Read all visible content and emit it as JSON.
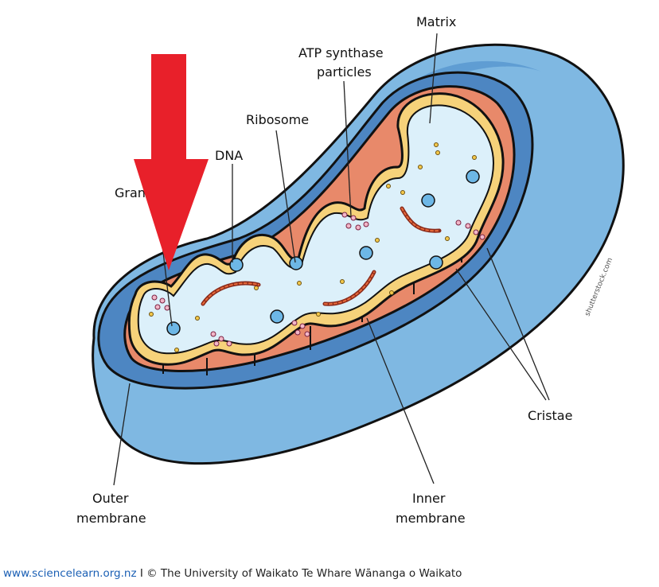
{
  "labels": {
    "matrix": "Matrix",
    "atp_line1": "ATP synthase",
    "atp_line2": "particles",
    "ribosome": "Ribosome",
    "dna": "DNA",
    "granules_partial": "Gran",
    "outer_line1": "Outer",
    "outer_line2": "membrane",
    "inner_line1": "Inner",
    "inner_line2": "membrane",
    "cristae": "Cristae"
  },
  "watermark": "shutterstock.com",
  "footer": {
    "link_text": "www.sciencelearn.org.nz",
    "separator": " I ",
    "credit": "© The University of Waikato Te Whare Wānanga o Waikato"
  },
  "colors": {
    "outer_membrane": "#7fb8e2",
    "outer_membrane_dark": "#4d86c2",
    "intermembrane_space": "#e8896a",
    "inner_membrane": "#f6d27a",
    "matrix": "#dcf0fa",
    "arrow": "#e8202a"
  }
}
